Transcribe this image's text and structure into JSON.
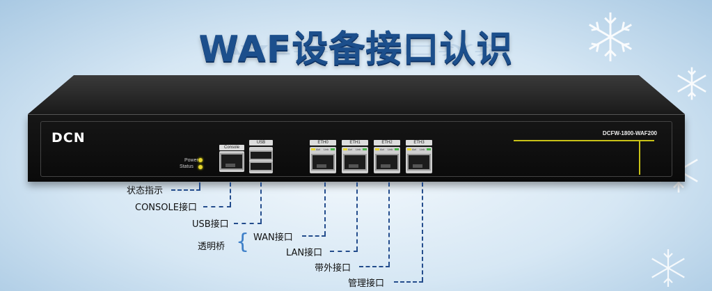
{
  "title": "WAF设备接口认识",
  "device": {
    "brand": "DCN",
    "model": "DCFW-1800-WAF200",
    "leds": {
      "power": "Power",
      "status": "Status"
    },
    "ports": {
      "console": "Console",
      "usb": "USB",
      "eth": [
        "ETH0",
        "ETH1",
        "ETH2",
        "ETH3"
      ],
      "act": "Act",
      "link": "Link"
    }
  },
  "callouts": {
    "status": "状态指示",
    "console": "CONSOLE接口",
    "usb": "USB接口",
    "wan": "WAN接口",
    "lan": "LAN接口",
    "oob": "带外接口",
    "mgmt": "管理接口",
    "bridge": "透明桥"
  },
  "colors": {
    "title": "#1c4f8c",
    "leader": "#234c8c",
    "accent": "#c9c218"
  }
}
